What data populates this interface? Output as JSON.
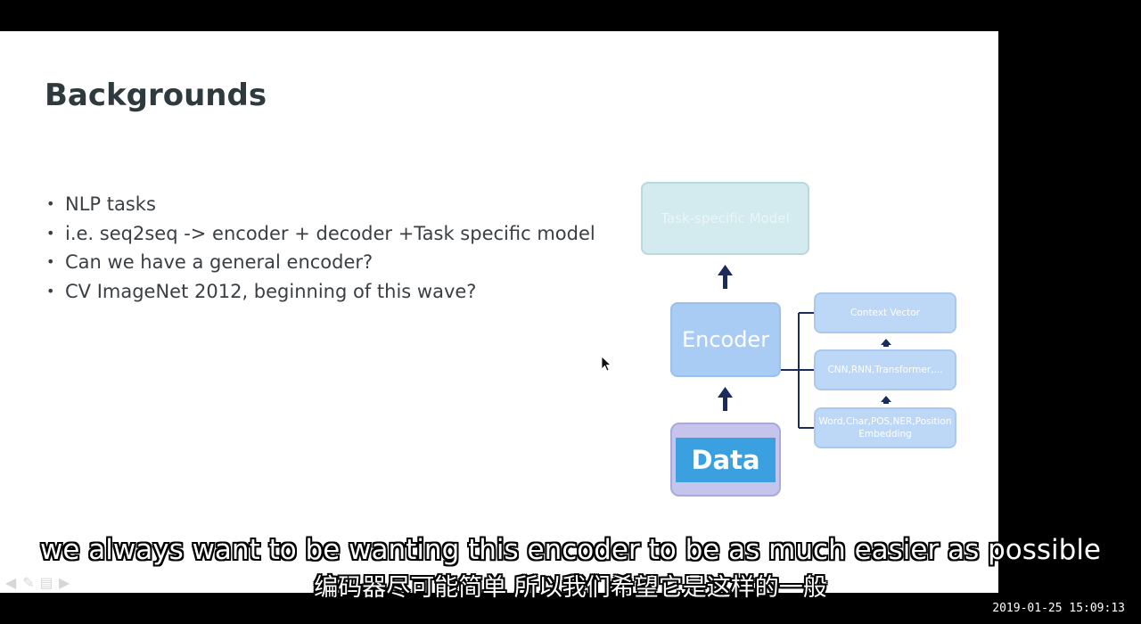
{
  "slide": {
    "title": "Backgrounds",
    "bullets": [
      "NLP tasks",
      "i.e. seq2seq -> encoder + decoder +Task specific model",
      "Can we have a general encoder?",
      "CV ImageNet 2012, beginning of this wave?"
    ]
  },
  "diagram": {
    "task_box": "Task-specific Model",
    "encoder_box": "Encoder",
    "data_box": "Data",
    "side_boxes": [
      "Context Vector",
      "CNN,RNN,Transformer,...",
      "Word,Char,POS,NER,Position Embedding"
    ]
  },
  "subtitles": {
    "english": "we always want to be wanting this encoder to be as much easier as possible",
    "chinese": "编码器尽可能简单 所以我们希望它是这样的一般"
  },
  "timestamp": "2019-01-25  15:09:13",
  "nav_icons": [
    "prev-arrow-icon",
    "pen-icon",
    "menu-icon",
    "next-arrow-icon"
  ]
}
